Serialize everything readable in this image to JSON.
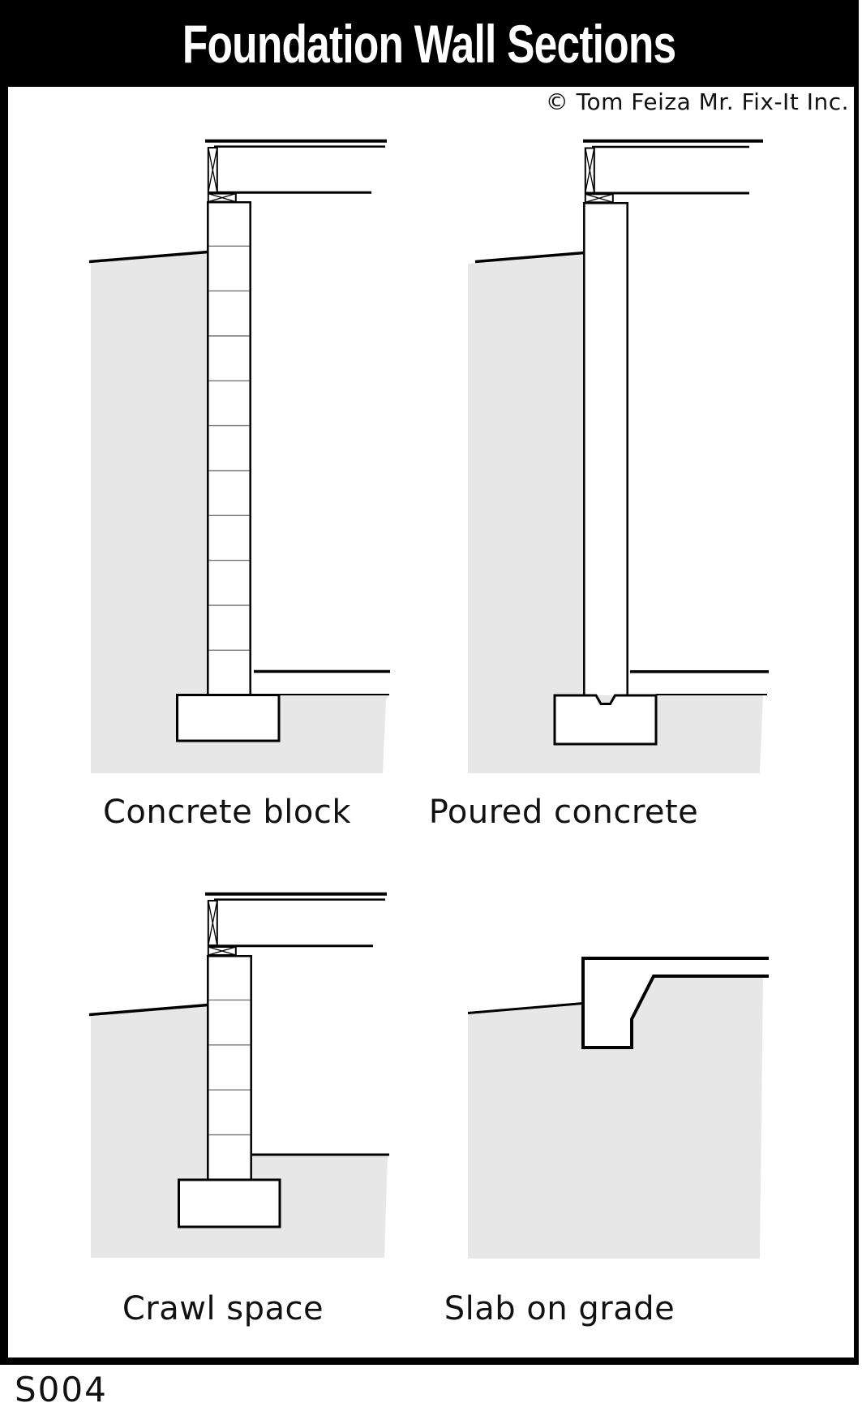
{
  "title": "Foundation Wall Sections",
  "copyright": "© Tom Feiza Mr. Fix-It Inc.",
  "sheet_code": "S004",
  "panels": [
    {
      "label": "Concrete block"
    },
    {
      "label": "Poured concrete"
    },
    {
      "label": "Crawl space"
    },
    {
      "label": "Slab on grade"
    }
  ],
  "colors": {
    "soil": "#e7e7e8",
    "line": "#000000",
    "joint": "#777777",
    "header_bg": "#000000",
    "header_fg": "#ffffff"
  }
}
